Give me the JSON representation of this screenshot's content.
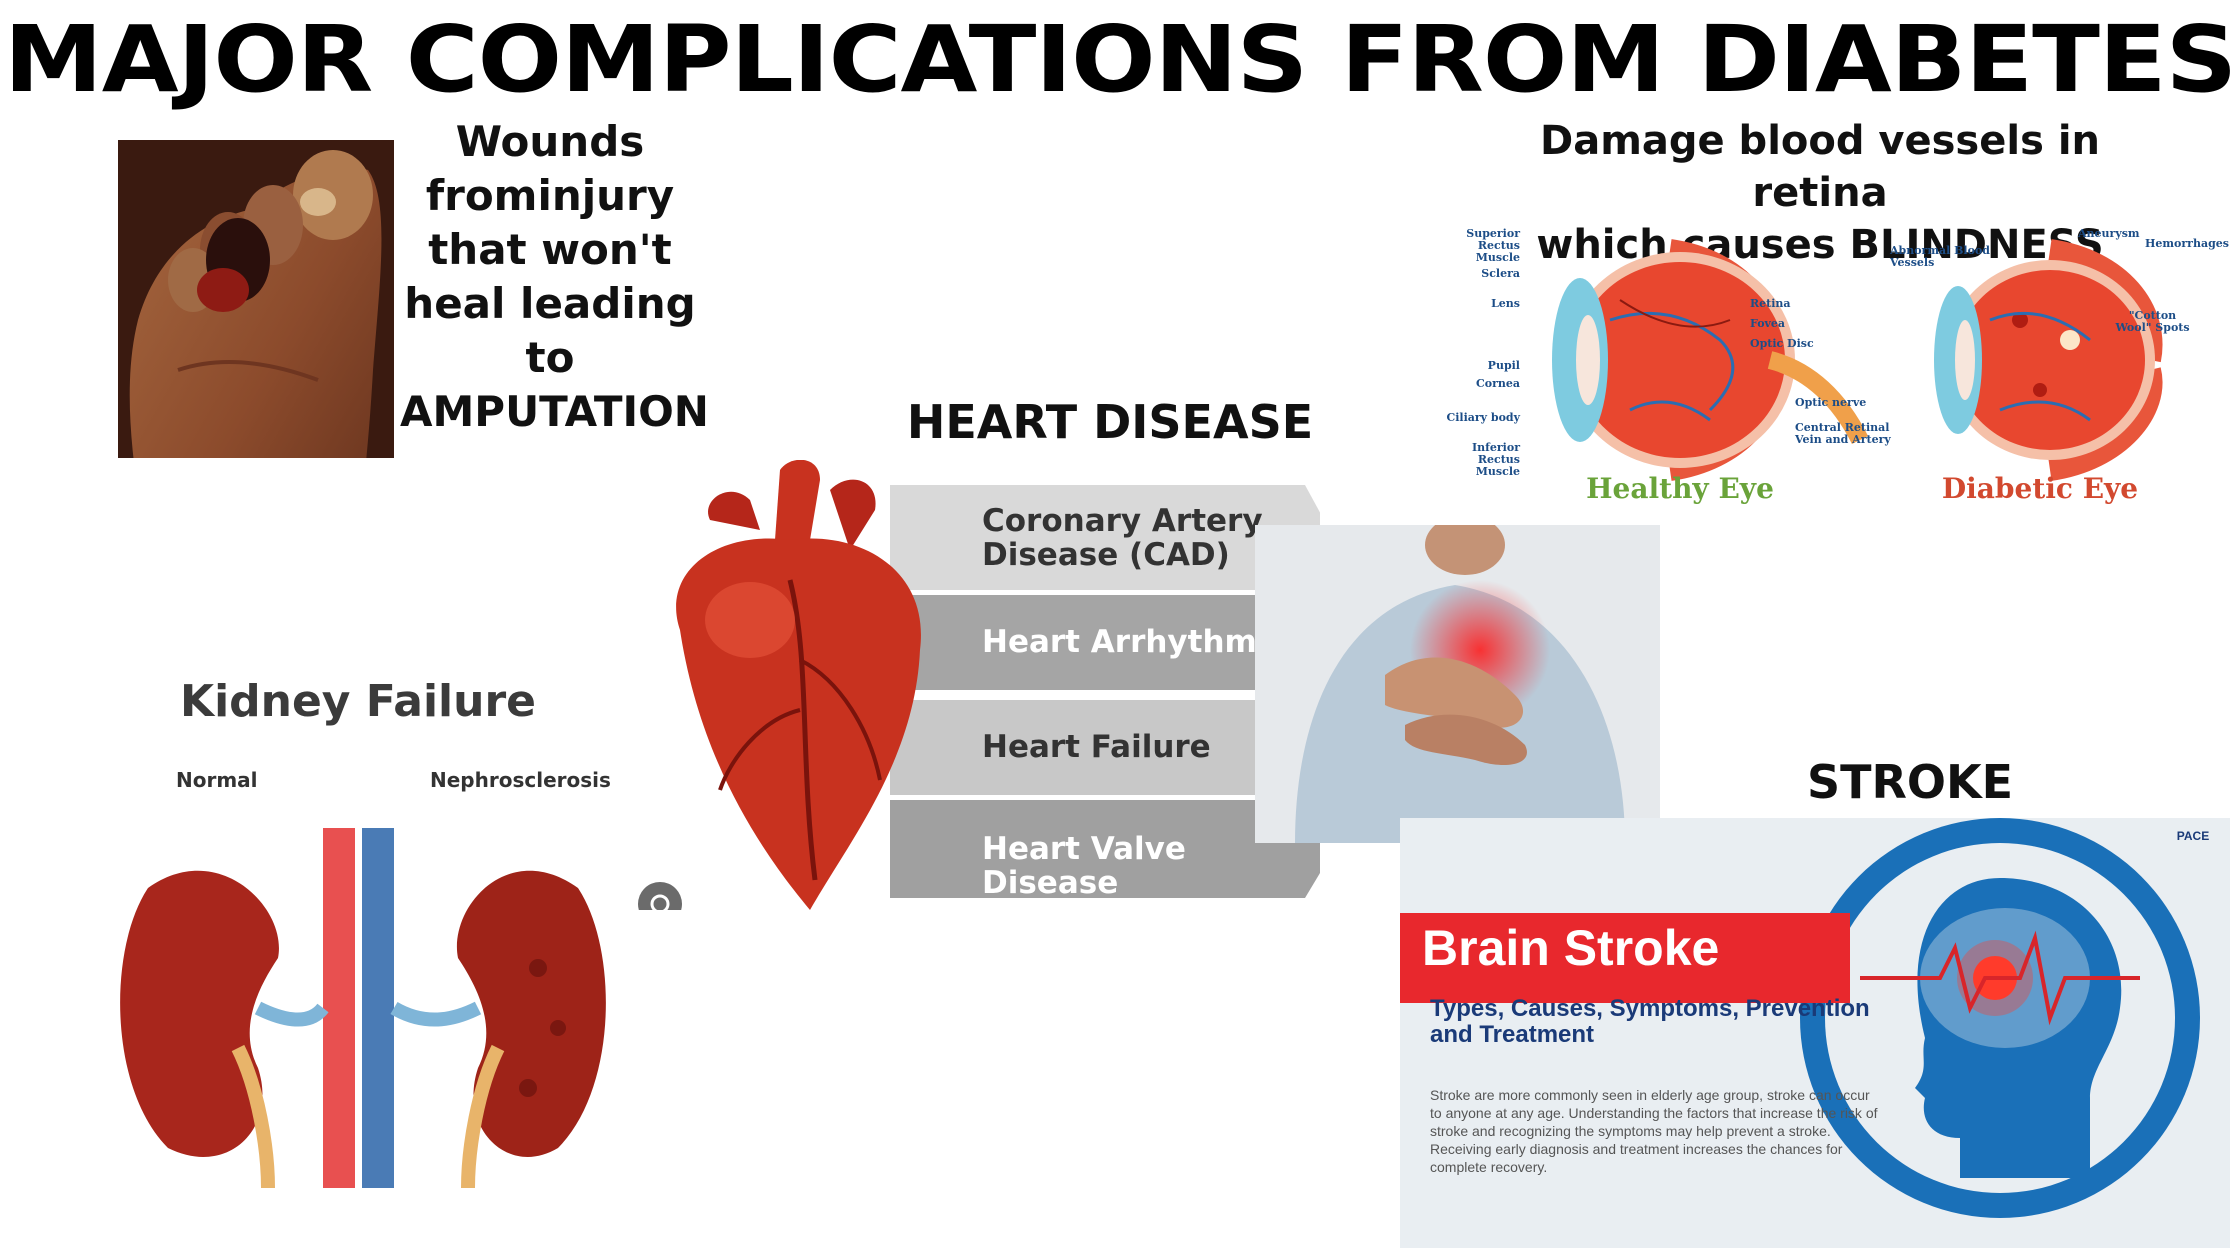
{
  "title": "MAJOR COMPLICATIONS FROM DIABETES",
  "amputation": {
    "caption": [
      "Wounds",
      "frominjury",
      "that won't",
      "heal leading",
      "to",
      "AMPUTATION"
    ]
  },
  "retina": {
    "caption_line1": "Damage blood vessels in retina",
    "caption_line2": "which causes BLINDNESS",
    "healthy_label": "Healthy Eye",
    "diabetic_label": "Diabetic Eye",
    "healthy_parts": {
      "superior_rectus": "Superior Rectus Muscle",
      "sclera": "Sclera",
      "lens": "Lens",
      "pupil": "Pupil",
      "cornea": "Cornea",
      "ciliary_body": "Ciliary body",
      "inferior_rectus": "Inferior Rectus Muscle",
      "retina": "Retina",
      "fovea": "Fovea",
      "optic_disc": "Optic Disc",
      "optic_nerve": "Optic nerve",
      "central_retinal": "Central Retinal Vein and Artery"
    },
    "diabetic_parts": {
      "abnormal_vessels": "Abnormal Blood Vessels",
      "aneurysm": "Aneurysm",
      "hemorrhages": "Hemorrhages",
      "cotton_wool": "\"Cotton Wool\" Spots"
    }
  },
  "heart": {
    "title": "HEART DISEASE",
    "items": [
      "Coronary Artery Disease (CAD)",
      "Heart Arrhythmias",
      "Heart Failure",
      "Heart Valve Disease"
    ]
  },
  "kidney": {
    "title": "Kidney Failure",
    "normal_label": "Normal",
    "neph_label": "Nephrosclerosis"
  },
  "stroke": {
    "title": "STROKE",
    "banner_title": "Brain Stroke",
    "banner_subtitle": "Types, Causes, Symptoms, Prevention and Treatment",
    "banner_body": "Stroke are more commonly seen in elderly age group, stroke can occur to anyone at any age. Understanding the factors that increase the risk of stroke and recognizing the symptoms may help prevent a stroke. Receiving early diagnosis and treatment increases the chances for complete recovery.",
    "logo_text": "PACE"
  },
  "colors": {
    "heart_red": "#c8321f",
    "kidney_red": "#a8261c",
    "stroke_red": "#e8282d",
    "eye_blue": "#1c4d87",
    "healthy_green": "#6aa33a",
    "diabetic_red": "#d2492f"
  }
}
